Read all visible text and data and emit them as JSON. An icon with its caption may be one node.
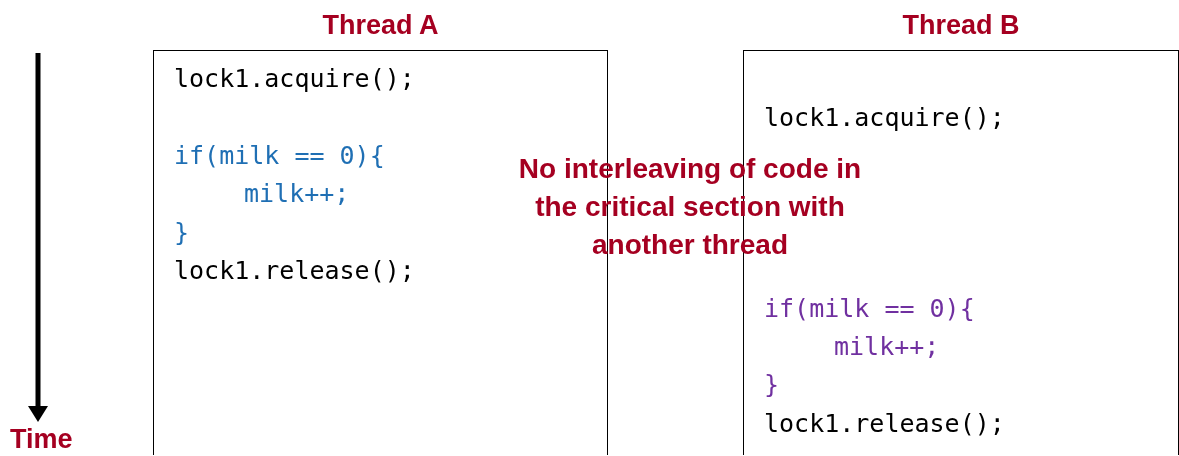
{
  "diagram": {
    "nodes": [
      {
        "text": [
          "Thread A",
          "lock1.acquire();",
          "if(milk == 0){",
          "milk++;",
          "}",
          "lock1.release();"
        ]
      },
      {
        "text": [
          "Thread B",
          "lock1.acquire();",
          "if(milk == 0){",
          "milk++;",
          "}",
          "lock1.release();"
        ]
      }
    ],
    "edges": [],
    "labels": [
      "No interleaving of code in the critical section with another thread",
      "Time"
    ]
  }
}
